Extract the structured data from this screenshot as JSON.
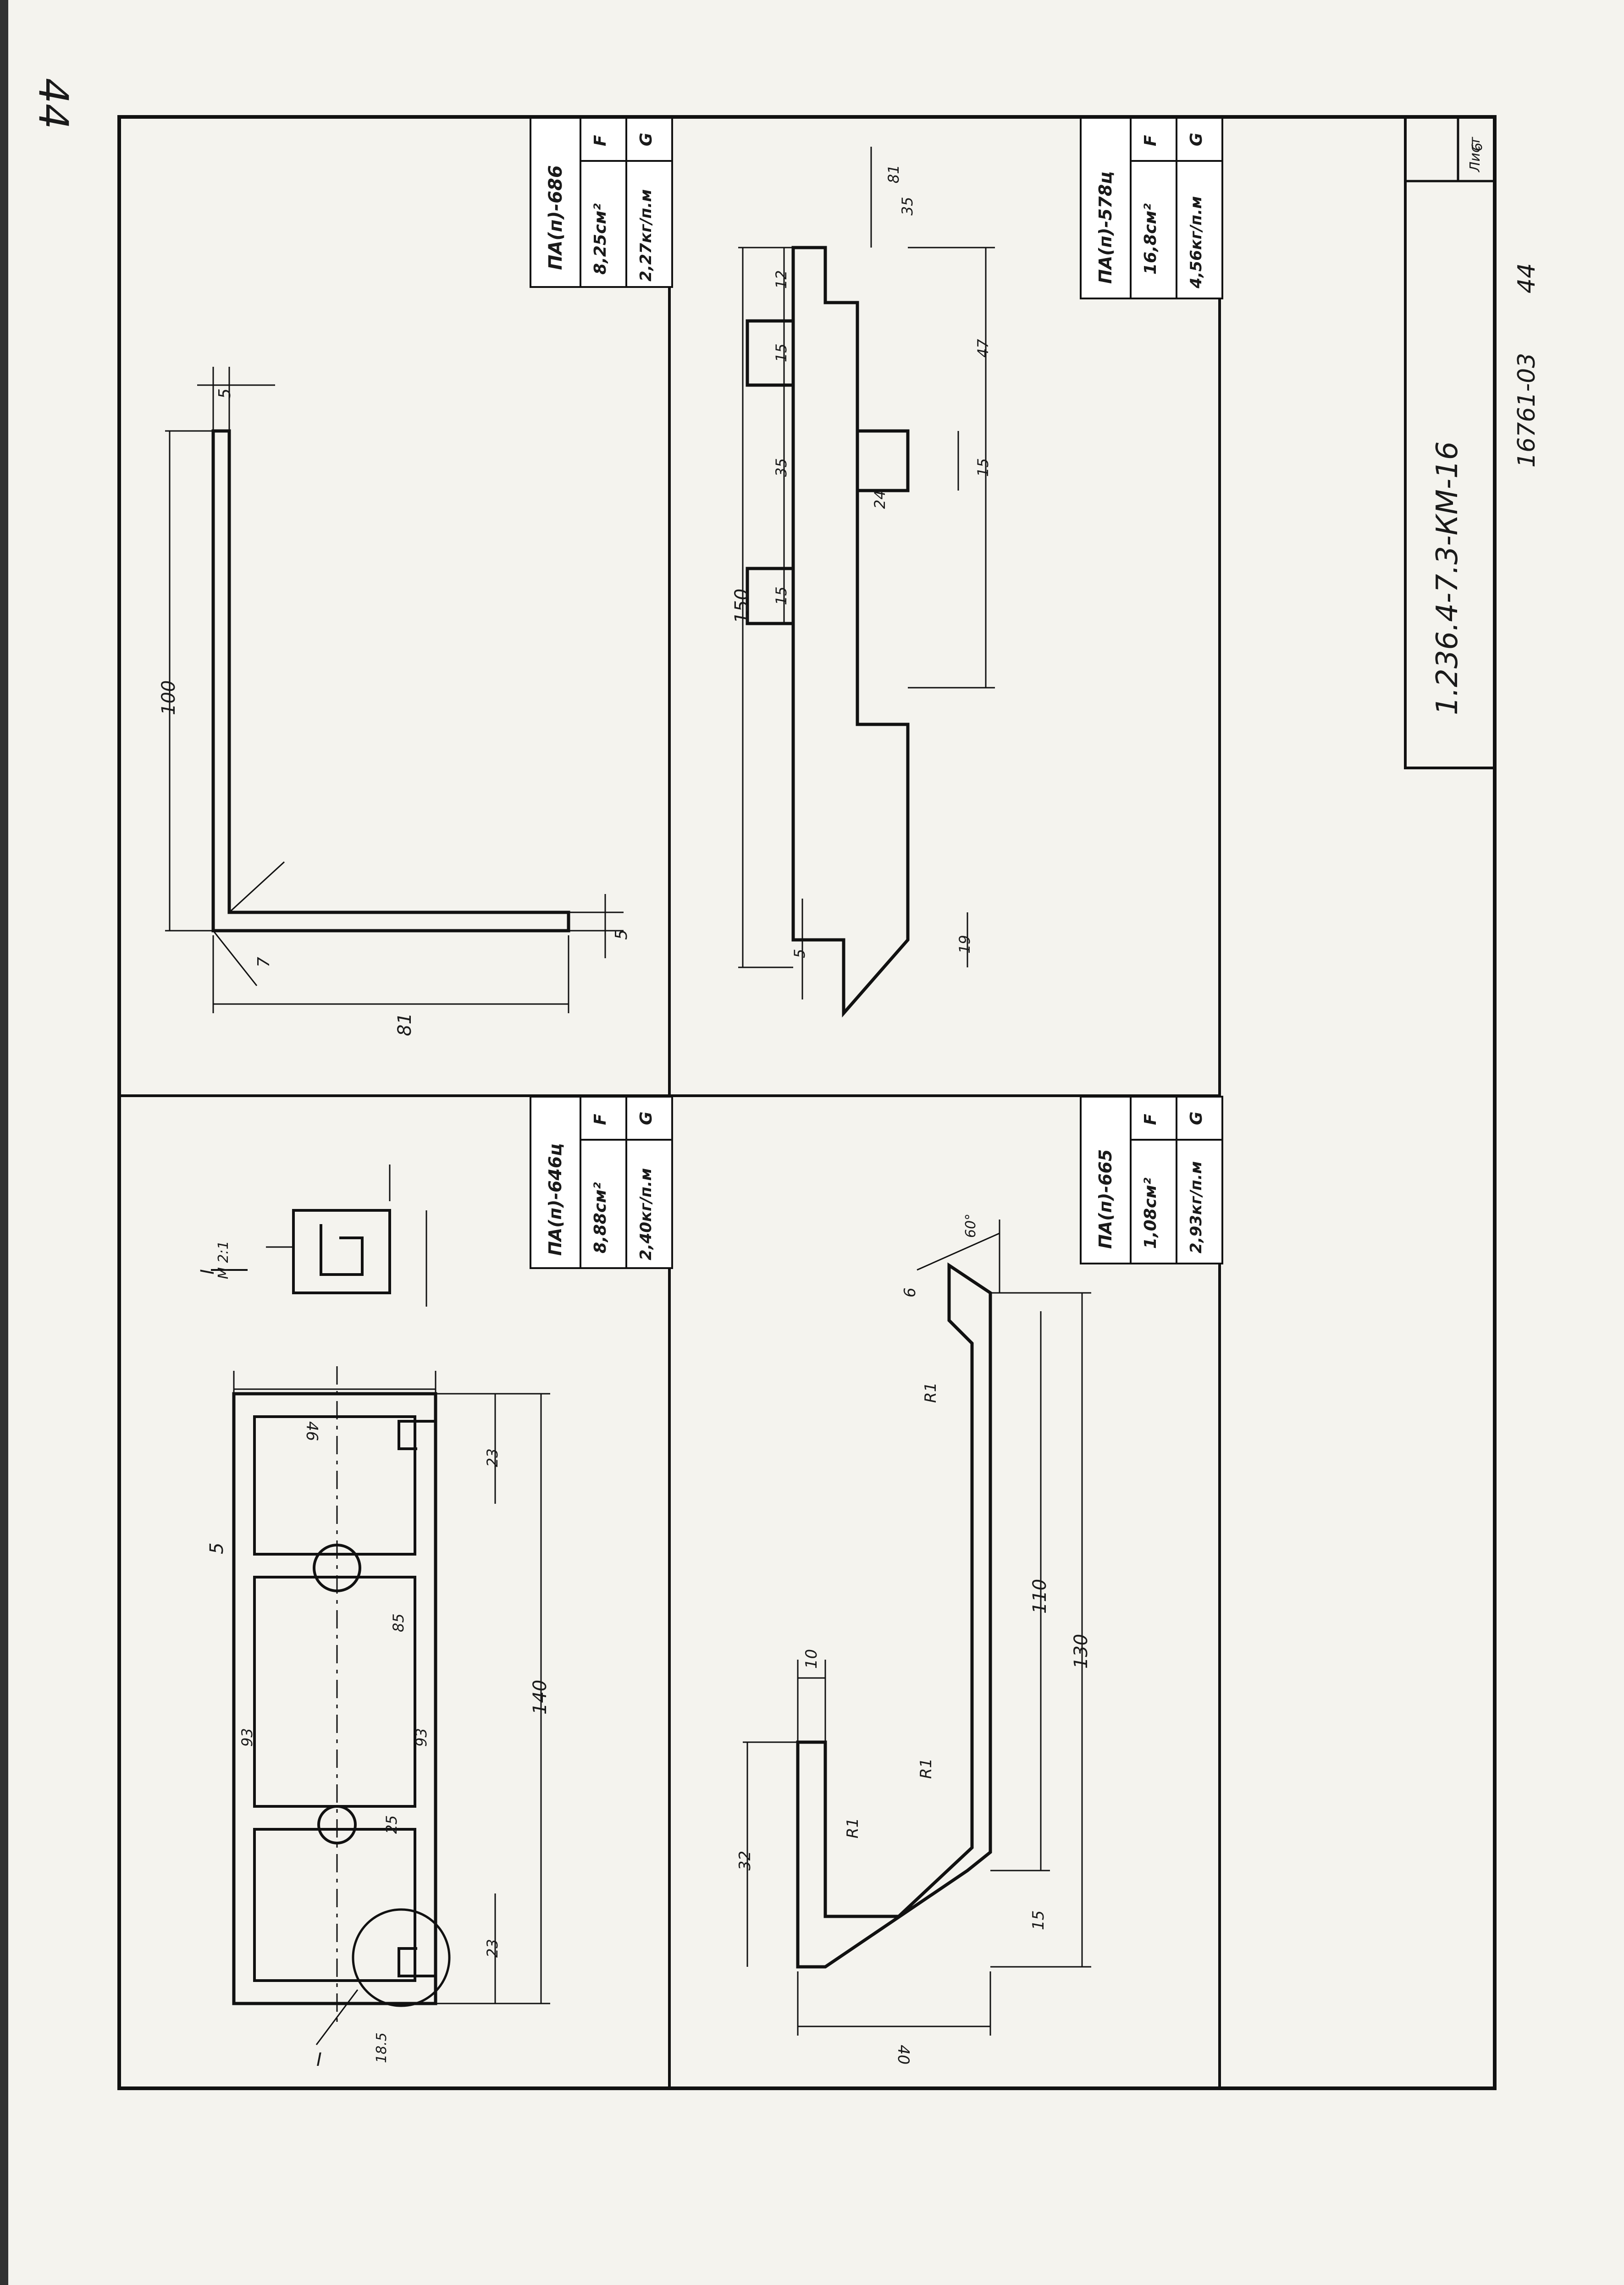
{
  "page_corner_number": "44",
  "drawing": {
    "code": "1.236.4-7.3-КМ-16",
    "inventory_number": "16761-03",
    "sheet_number": "44",
    "sheet_label": "Лист",
    "sheet_value": "6"
  },
  "profiles": {
    "angle_686": {
      "title": "ПА(п)-686",
      "F_label": "F",
      "F_value": "8,25см²",
      "G_label": "G",
      "G_value": "2,27кг/п.м",
      "dims": {
        "leg_v": "100",
        "leg_h": "81",
        "t_top": "5",
        "t_bottom": "5",
        "r_inner": "7"
      }
    },
    "plate_578": {
      "title": "ПА(п)-578ц",
      "F_label": "F",
      "F_value": "16,8см²",
      "G_label": "G",
      "G_value": "4,56кг/п.м",
      "dims": {
        "length": "150",
        "d15a": "15",
        "d35": "35",
        "d15b": "15",
        "d12": "12",
        "d47": "47",
        "d15c": "15",
        "d24": "24",
        "d81": "81",
        "d5": "5",
        "d19": "19",
        "d35_top": "35"
      }
    },
    "frame_646": {
      "title": "ПА(п)-646ц",
      "F_label": "F",
      "F_value": "8,88см²",
      "G_label": "G",
      "G_value": "2,40кг/п.м",
      "detail_label": "I",
      "detail_scale": "М 2:1",
      "dims": {
        "width": "140",
        "height": "46",
        "d23a": "23",
        "d23b": "23",
        "d5": "5",
        "d93a": "93",
        "d93b": "93",
        "d25": "25",
        "r85": "85",
        "d18_5": "18.5"
      }
    },
    "channel_665": {
      "title": "ПА(п)-665",
      "F_label": "F",
      "F_value": "1,08см²",
      "G_label": "G",
      "G_value": "2,93кг/п.м",
      "dims": {
        "d130": "130",
        "d110": "110",
        "d15": "15",
        "d32": "32",
        "d10": "10",
        "d40": "40",
        "r1a": "R1",
        "r1b": "R1",
        "r1c": "R1",
        "d6": "6",
        "a60": "60°"
      }
    }
  }
}
